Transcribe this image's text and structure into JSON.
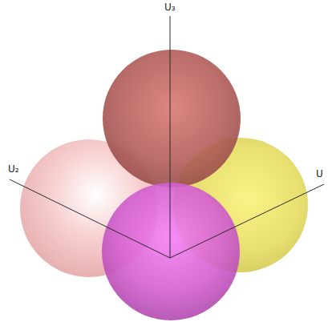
{
  "diagram": {
    "labels": [
      "U₃",
      "U₂",
      "U"
    ]
  }
}
